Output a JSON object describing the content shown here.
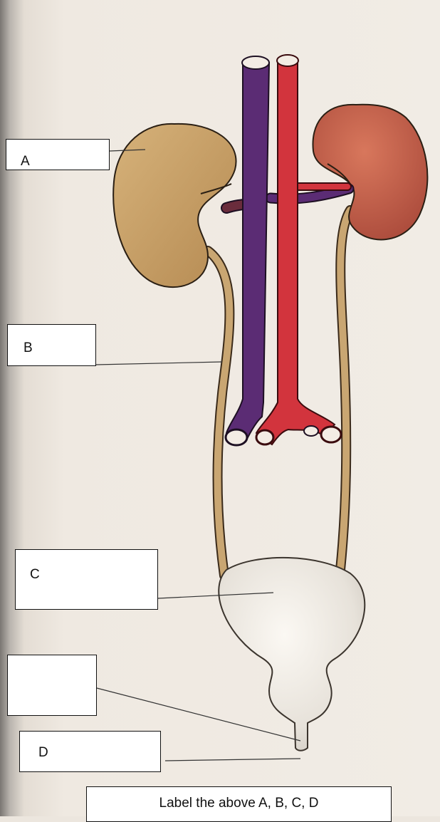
{
  "labels": {
    "a": "A",
    "b": "B",
    "c": "C",
    "blank": "",
    "d": "D"
  },
  "instruction": "Label the above A, B, C, D",
  "colors": {
    "kidney_left": "#c79f63",
    "kidney_right": "#c05e47",
    "vena_cava": "#5b2c74",
    "aorta": "#d2343d",
    "ureter": "#c7a36d",
    "bladder": "#ece7e0"
  }
}
